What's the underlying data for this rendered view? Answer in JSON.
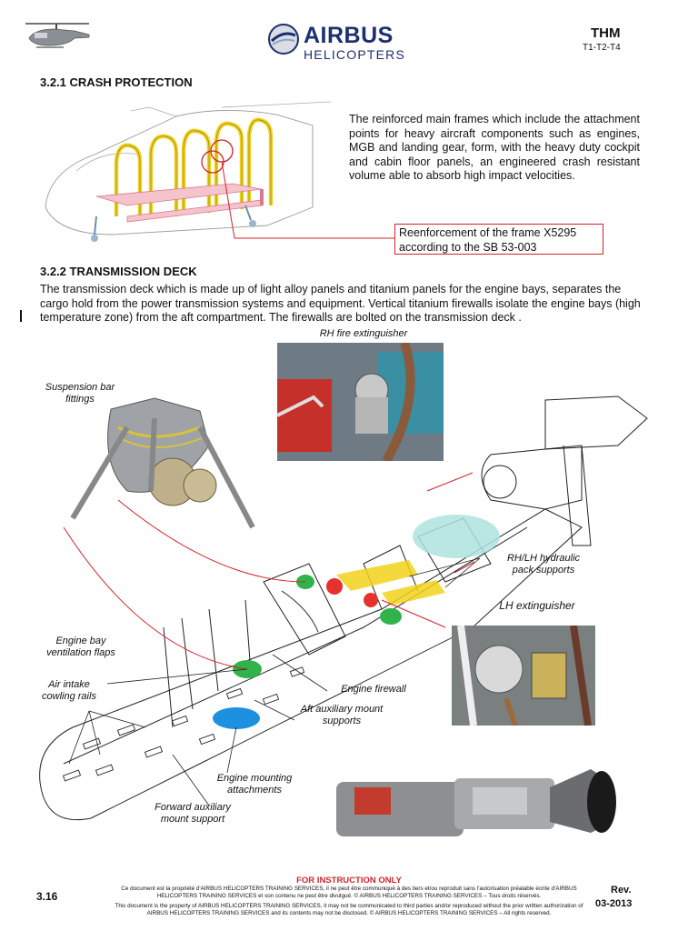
{
  "header": {
    "logo_name": "AIRBUS",
    "logo_sub": "HELICOPTERS",
    "manual": "THM",
    "variants": "T1-T2-T4"
  },
  "sections": {
    "crash": {
      "title": "3.2.1  CRASH PROTECTION",
      "text": "The reinforced main frames which include the attachment points for heavy aircraft components such as engines, MGB and landing gear,  form, with the heavy duty cockpit and cabin floor panels, an engineered crash resistant volume able to absorb high impact velocities.",
      "callout": "Reenforcement of the frame X5295 according to the SB 53-003"
    },
    "transmission": {
      "title": "3.2.2  TRANSMISSION DECK",
      "text": "The transmission deck which is made up of light alloy panels and titanium panels for the engine bays, separates the cargo hold from the power transmission systems and equipment. Vertical titanium firewalls isolate the engine bays (high temperature zone) from the aft compartment. The firewalls are bolted on the transmission deck ."
    }
  },
  "labels": {
    "rh_fire": "RH fire extinguisher",
    "suspension": "Suspension bar fittings",
    "hydraulic": "RH/LH hydraulic pack supports",
    "lh_ext": "LH extinguisher",
    "ventilation": "Engine bay ventilation flaps",
    "air_intake": "Air intake cowling rails",
    "firewall": "Engine firewall",
    "aft_aux": "Aft auxiliary mount supports",
    "engine_mount": "Engine mounting attachments",
    "fwd_aux": "Forward auxiliary mount support"
  },
  "footer": {
    "instruction": "FOR INSTRUCTION ONLY",
    "legal_fr": "Ce document est la propriété d'AIRBUS HELICOPTERS TRAINING SERVICES, il ne peut être communiqué à des tiers et/ou reproduit sans l'autorisation préalable écrite d'AIRBUS HELICOPTERS TRAINING SERVICES et son contenu ne peut être divulgué. © AIRBUS HELICOPTERS TRAINING SERVICES – Tous droits réservés.",
    "legal_en": "This document is the property of AIRBUS HELICOPTERS TRAINING SERVICES, it may not be communicated to third parties and/or reproduced without the prior written authorization of AIRBUS HELICOPTERS TRAINING SERVICES and its contents may not be disclosed. © AIRBUS HELICOPTERS TRAINING SERVICES – All rights reserved.",
    "page": "3.16",
    "rev": "Rev.",
    "date": "03-2013"
  },
  "colors": {
    "brand": "#1d2f6f",
    "callout_red": "#d2232a",
    "frame_yellow": "#f2d21b",
    "beam_pink": "#e88a9a",
    "marker_green": "#2fb34a",
    "marker_red": "#e5322d",
    "marker_blue": "#1e90e0",
    "marker_cyan": "#aee3df"
  }
}
